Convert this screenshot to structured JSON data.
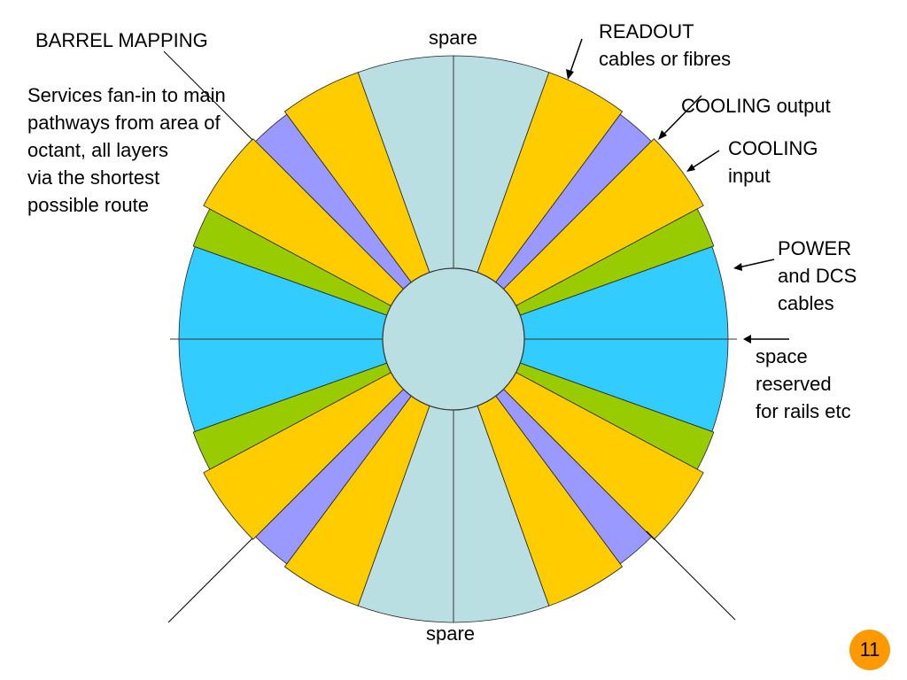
{
  "title": "BARREL MAPPING",
  "description": "Services fan-in to main\npathways from area of\noctant, all layers\nvia the shortest\npossible route",
  "spare_top": "spare",
  "spare_bottom": "spare",
  "annotations": {
    "readout": "READOUT\ncables or fibres",
    "cooling_output": "COOLING output",
    "cooling_input": "COOLING\ninput",
    "power": "POWER\nand DCS\ncables",
    "space": "space\nreserved\nfor rails etc"
  },
  "page_number": "11",
  "colors": {
    "readout": "#9999ff",
    "cooling_output": "#33ccff",
    "cooling_input": "#99cc00",
    "power": "#ffcc00",
    "spare": "#b9dfe3",
    "page_badge": "#ff9900"
  },
  "sector_sequence": [
    "spare",
    "power",
    "readout",
    "power",
    "cooling_input",
    "cooling_output"
  ]
}
